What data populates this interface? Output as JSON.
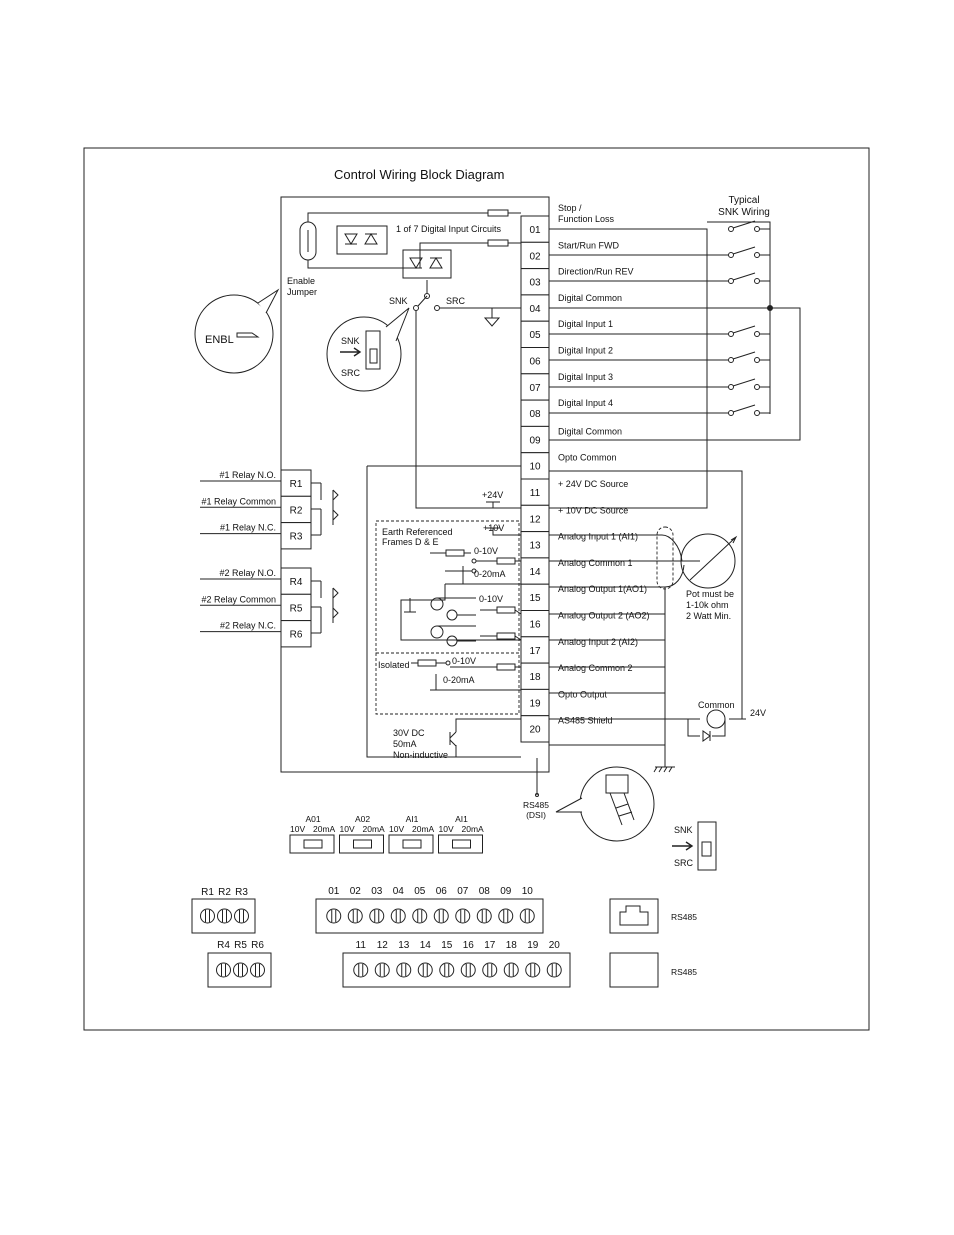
{
  "title": "Control Wiring Block Diagram",
  "terminals": [
    {
      "num": "01",
      "label": "Stop /",
      "label2": "Function Loss"
    },
    {
      "num": "02",
      "label": "Start/Run FWD"
    },
    {
      "num": "03",
      "label": "Direction/Run REV"
    },
    {
      "num": "04",
      "label": "Digital Common"
    },
    {
      "num": "05",
      "label": "Digital Input 1"
    },
    {
      "num": "06",
      "label": "Digital Input 2"
    },
    {
      "num": "07",
      "label": "Digital Input 3"
    },
    {
      "num": "08",
      "label": "Digital Input 4"
    },
    {
      "num": "09",
      "label": "Digital Common"
    },
    {
      "num": "10",
      "label": "Opto Common"
    },
    {
      "num": "11",
      "label": "+ 24V DC Source"
    },
    {
      "num": "12",
      "label": "+ 10V DC Source"
    },
    {
      "num": "13",
      "label": "Analog Input 1 (AI1)"
    },
    {
      "num": "14",
      "label": "Analog Common 1"
    },
    {
      "num": "15",
      "label": "Analog Output 1(AO1)"
    },
    {
      "num": "16",
      "label": "Analog Output  2 (AO2)"
    },
    {
      "num": "17",
      "label": "Analog Input 2 (AI2)"
    },
    {
      "num": "18",
      "label": "Analog Common 2"
    },
    {
      "num": "19",
      "label": "Opto Output"
    },
    {
      "num": "20",
      "label": "AS485 Shield"
    }
  ],
  "relays": [
    {
      "id": "R1",
      "label": "#1 Relay N.O."
    },
    {
      "id": "R2",
      "label": "#1 Relay Common"
    },
    {
      "id": "R3",
      "label": "#1 Relay N.C."
    },
    {
      "id": "R4",
      "label": "#2 Relay N.O."
    },
    {
      "id": "R5",
      "label": "#2 Relay Common"
    },
    {
      "id": "R6",
      "label": "#2 Relay N.C."
    }
  ],
  "internal": {
    "digital_inputs": "1 of 7 Digital Input Circuits",
    "enable_jumper_1": "Enable",
    "enable_jumper_2": "Jumper",
    "enbl": "ENBL",
    "snk": "SNK",
    "src": "SRC",
    "plus24": "+24V",
    "plus10": "+10V",
    "earth_ref_1": "Earth Referenced",
    "earth_ref_2": "Frames D & E",
    "v0_10": "0-10V",
    "ma0_20": "0-20mA",
    "isolated": "Isolated",
    "opto_1": "30V DC",
    "opto_2": "50mA",
    "opto_3": "Non-inductive"
  },
  "external": {
    "typical_1": "Typical",
    "typical_2": "SNK Wiring",
    "pot_1": "Pot must be",
    "pot_2": "1-10k ohm",
    "pot_3": "2 Watt Min.",
    "common": "Common",
    "v24": "24V",
    "rs485_1": "RS485",
    "rs485_2": "(DSI)"
  },
  "dip_switches": [
    {
      "name": "A01",
      "lo": "10V",
      "hi": "20mA"
    },
    {
      "name": "A02",
      "lo": "10V",
      "hi": "20mA"
    },
    {
      "name": "AI1",
      "lo": "10V",
      "hi": "20mA"
    },
    {
      "name": "AI1",
      "lo": "10V",
      "hi": "20mA"
    }
  ],
  "terminal_blocks": {
    "relay_top": [
      "R1",
      "R2",
      "R3"
    ],
    "relay_bottom": [
      "R4",
      "R5",
      "R6"
    ],
    "control_top": [
      "01",
      "02",
      "03",
      "04",
      "05",
      "06",
      "07",
      "08",
      "09",
      "10"
    ],
    "control_bottom": [
      "11",
      "12",
      "13",
      "14",
      "15",
      "16",
      "17",
      "18",
      "19",
      "20"
    ],
    "rs485_a": "RS485",
    "rs485_b": "RS485"
  }
}
